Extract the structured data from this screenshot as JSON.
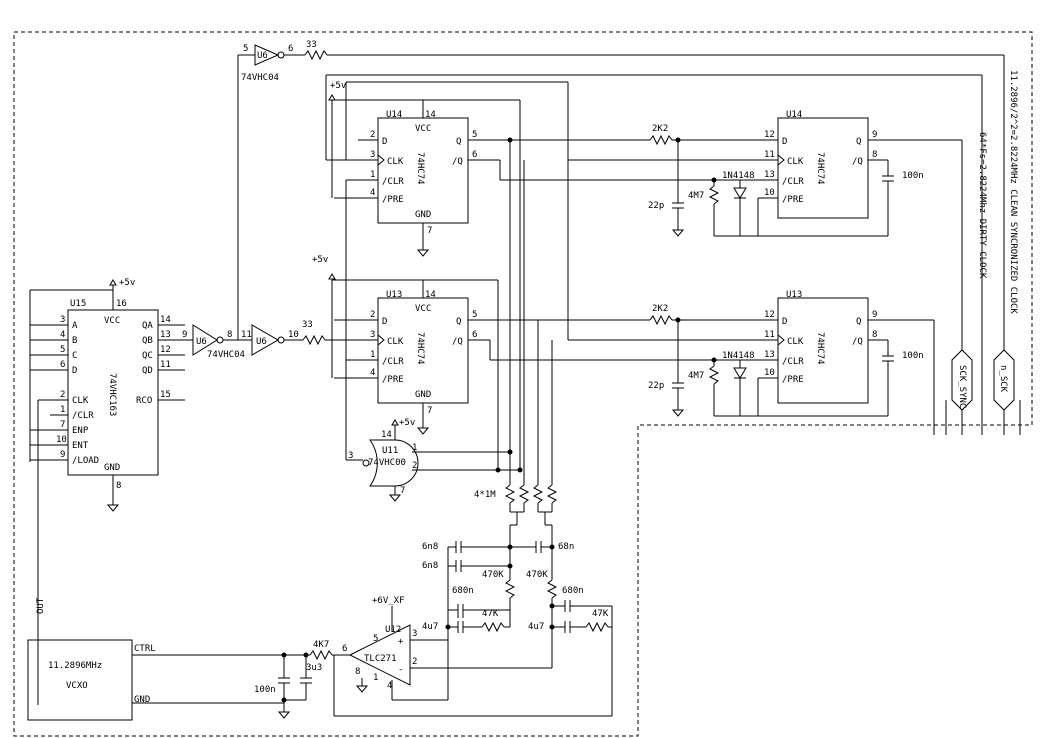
{
  "colors": {
    "ink": "#000000",
    "background": "#ffffff"
  },
  "u15": {
    "ref": "U15",
    "part": "74VHC163",
    "vcc": "VCC",
    "gnd": "GND",
    "pwr": "+5v",
    "pin_vcc": "16",
    "pin_gnd": "8",
    "left_pins": [
      {
        "num": "3",
        "name": "A"
      },
      {
        "num": "4",
        "name": "B"
      },
      {
        "num": "5",
        "name": "C"
      },
      {
        "num": "6",
        "name": "D"
      },
      {
        "num": "2",
        "name": "CLK"
      },
      {
        "num": "1",
        "name": "/CLR"
      },
      {
        "num": "7",
        "name": "ENP"
      },
      {
        "num": "10",
        "name": "ENT"
      },
      {
        "num": "9",
        "name": "/LOAD"
      }
    ],
    "right_pins": [
      {
        "num": "14",
        "name": "QA"
      },
      {
        "num": "13",
        "name": "QB"
      },
      {
        "num": "12",
        "name": "QC"
      },
      {
        "num": "11",
        "name": "QD"
      },
      {
        "num": "15",
        "name": "RCO"
      }
    ]
  },
  "inverters": [
    {
      "ref": "U6",
      "part": "74VHC04",
      "pin_in": "5",
      "pin_out": "6"
    },
    {
      "ref": "U6",
      "part": "74VHC04",
      "pin_in": "9",
      "pin_out": "8"
    },
    {
      "ref": "U6",
      "part": "74VHC04",
      "pin_in": "11",
      "pin_out": "10"
    }
  ],
  "resistors": {
    "r33_top": "33",
    "r33_mid": "33",
    "r2k2": "2K2",
    "r4m7": "4M7",
    "r4x1m": "4*1M",
    "r470k": "470K",
    "r47k": "47K",
    "r680n": "680n",
    "r4k7": "4K7"
  },
  "ff_a": {
    "ref": "U14",
    "part": "74HC74",
    "vcc": "VCC",
    "gnd": "GND",
    "pin_vcc": "14",
    "pin_gnd": "7",
    "pins_left": [
      {
        "num": "2",
        "name": "D"
      },
      {
        "num": "3",
        "name": "CLK"
      },
      {
        "num": "1",
        "name": "/CLR"
      },
      {
        "num": "4",
        "name": "/PRE"
      }
    ],
    "pins_right": [
      {
        "num": "5",
        "name": "Q"
      },
      {
        "num": "6",
        "name": "/Q"
      }
    ]
  },
  "ff_b": {
    "ref": "U14",
    "part": "74HC74",
    "pins_left": [
      {
        "num": "12",
        "name": "D"
      },
      {
        "num": "11",
        "name": "CLK"
      },
      {
        "num": "13",
        "name": "/CLR"
      },
      {
        "num": "10",
        "name": "/PRE"
      }
    ],
    "pins_right": [
      {
        "num": "9",
        "name": "Q"
      },
      {
        "num": "8",
        "name": "/Q"
      }
    ]
  },
  "ff_c": {
    "ref": "U13",
    "part": "74HC74",
    "vcc": "VCC",
    "gnd": "GND",
    "pin_vcc": "14",
    "pin_gnd": "7",
    "pins_left": [
      {
        "num": "2",
        "name": "D"
      },
      {
        "num": "3",
        "name": "CLK"
      },
      {
        "num": "1",
        "name": "/CLR"
      },
      {
        "num": "4",
        "name": "/PRE"
      }
    ],
    "pins_right": [
      {
        "num": "5",
        "name": "Q"
      },
      {
        "num": "6",
        "name": "/Q"
      }
    ]
  },
  "ff_d": {
    "ref": "U13",
    "part": "74HC74",
    "pins_left": [
      {
        "num": "12",
        "name": "D"
      },
      {
        "num": "11",
        "name": "CLK"
      },
      {
        "num": "13",
        "name": "/CLR"
      },
      {
        "num": "10",
        "name": "/PRE"
      }
    ],
    "pins_right": [
      {
        "num": "9",
        "name": "Q"
      },
      {
        "num": "8",
        "name": "/Q"
      }
    ]
  },
  "caps": {
    "c22p": "22p",
    "c100n": "100n",
    "c6n8": "6n8",
    "c68n": "68n",
    "c680n": "680n",
    "c4u7": "4u7",
    "c3u3": "3u3"
  },
  "diode": "1N4148",
  "plus5v": "+5v",
  "nand": {
    "ref": "U11",
    "part": "74VHC00",
    "pin_pwr": "14",
    "pin_a": "1",
    "pin_b": "2",
    "pin_out": "3",
    "pin_gnd": "7",
    "pwr": "+5v"
  },
  "opamp": {
    "ref": "U12",
    "part": "TLC271",
    "supply": "+6V_XF",
    "pin_plus": "3",
    "pin_minus": "2",
    "pin_out": "6",
    "pin_top": "5",
    "pin_8": "8",
    "pin_1": "1",
    "pin_gnd": "4",
    "plus": "+",
    "minus": "-"
  },
  "vcxo": {
    "freq": "11.2896MHz",
    "name": "VCXO",
    "out": "OUT",
    "ctrl": "CTRL",
    "gnd": "GND"
  },
  "labels": {
    "clean": "11.2896/2^2=2.8224MHz CLEAN SYNCRONIZED CLOCK",
    "dirty": "64*Fs=2.8224Mhz DIRTY CLOCK",
    "sck_sync": "SCK_SYNC",
    "n_sck": "n_SCK"
  }
}
